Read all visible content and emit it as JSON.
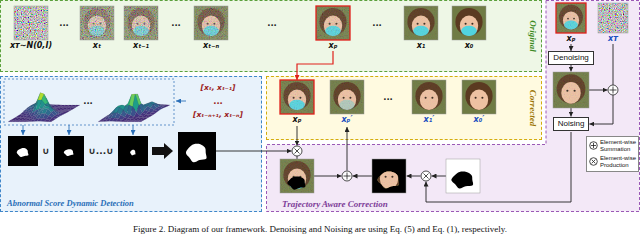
{
  "diagram": {
    "caption": "Figure 2. Diagram of our framework. Denoising and Noising are using Eq. (5) and Eq. (1), respectively.",
    "nodes": [
      {
        "text": [
          "Original"
        ]
      },
      {
        "text": [
          "xᴛ∼N(0,I)"
        ],
        "in": 0
      },
      {
        "text": [
          "xₜ"
        ],
        "in": 0
      },
      {
        "text": [
          "xₜ₋₁"
        ],
        "in": 0
      },
      {
        "text": [
          "xₜ₋ₙ"
        ],
        "in": 0
      },
      {
        "text": [
          "xₚ"
        ],
        "in": 0
      },
      {
        "text": [
          "x₁"
        ],
        "in": 0
      },
      {
        "text": [
          "x₀"
        ],
        "in": 0
      },
      {
        "text": [
          "Trajectory Aware Correction"
        ]
      },
      {
        "text": [
          "xₚ"
        ],
        "in": 8
      },
      {
        "text": [
          "xᴛ"
        ],
        "in": 8
      },
      {
        "text": [
          "Denoising"
        ],
        "in": 8
      },
      {
        "text": [
          "Noising"
        ],
        "in": 8
      },
      {
        "text": [
          "Abnormal Score Dynamic Detection"
        ]
      },
      {
        "text": [
          "Corrected"
        ]
      },
      {
        "text": [
          "xₚ"
        ],
        "in": 14
      },
      {
        "text": [
          "xₚ′"
        ],
        "in": 14
      },
      {
        "text": [
          "x₁′"
        ],
        "in": 14
      },
      {
        "text": [
          "x₀′"
        ],
        "in": 14
      }
    ],
    "edges": [
      {
        "from": 5,
        "to": 15,
        "arrow": "to"
      },
      {
        "from": 9,
        "to": 11,
        "arrow": "to"
      },
      {
        "from": 10,
        "to": 12,
        "arrow": "to"
      }
    ],
    "labels": [
      "...",
      "...",
      "...",
      "...",
      "...",
      "[xₜ, xₜ₋₁]",
      "...",
      "[xₜ₋ₙ₊₁, xₜ₋ₙ]",
      "∪",
      "∪...∪",
      "..."
    ],
    "legend": [
      {
        "text": "Element-wise Summation"
      },
      {
        "text": "Element-wise Production"
      }
    ]
  }
}
